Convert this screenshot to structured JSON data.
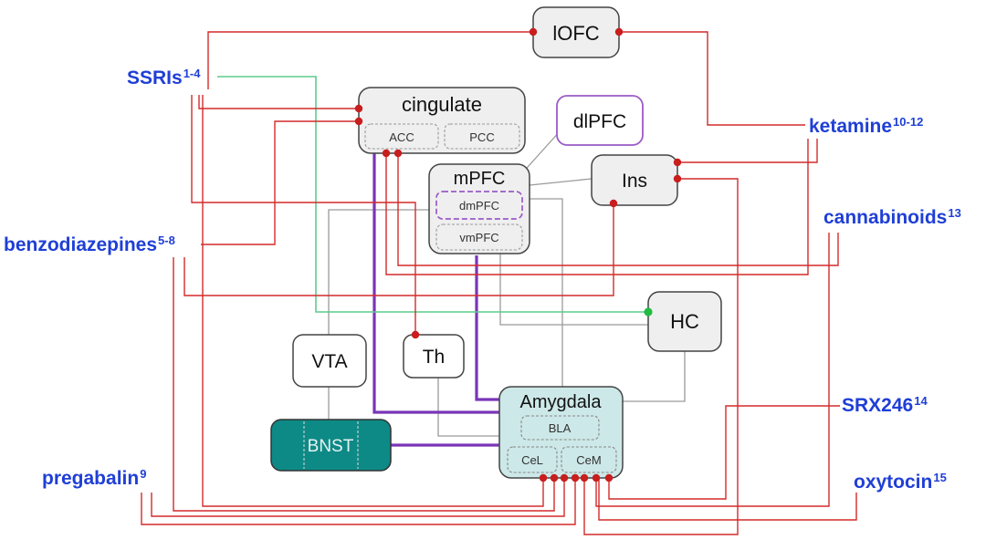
{
  "regions": {
    "lofc": "lOFC",
    "cingulate": "cingulate",
    "acc": "ACC",
    "pcc": "PCC",
    "dlpfc": "dlPFC",
    "mpfc": "mPFC",
    "dmpfc": "dmPFC",
    "vmpfc": "vmPFC",
    "ins": "Ins",
    "hc": "HC",
    "vta": "VTA",
    "th": "Th",
    "amygdala": "Amygdala",
    "bla": "BLA",
    "cel": "CeL",
    "cem": "CeM",
    "bnst": "BNST"
  },
  "drugs": {
    "ssris": {
      "name": "SSRIs",
      "refs": "1-4"
    },
    "benzodiazepines": {
      "name": "benzodiazepines",
      "refs": "5-8"
    },
    "pregabalin": {
      "name": "pregabalin",
      "refs": "9"
    },
    "ketamine": {
      "name": "ketamine",
      "refs": "10-12"
    },
    "cannabinoids": {
      "name": "cannabinoids",
      "refs": "13"
    },
    "srx246": {
      "name": "SRX246",
      "refs": "14"
    },
    "oxytocin": {
      "name": "oxytocin",
      "refs": "15"
    }
  },
  "colors": {
    "drug_text": "#1f3fd6",
    "drug_line": "#d42a2a",
    "ssri_hc_line": "#5ccc8a",
    "ssri_hc_dot": "#22bb44",
    "circuit_line": "#9a9a9a",
    "bnst_path": "#7a35b8",
    "region_fill": "#efefef",
    "amygdala_fill": "#cde8e8",
    "bnst_fill": "#0e8a86",
    "dlpfc_border": "#9a5bc7",
    "dmpfc_border": "#9a5bc7"
  }
}
